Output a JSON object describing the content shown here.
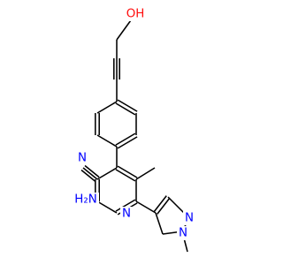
{
  "structure": {
    "atom_labels": [
      {
        "id": "O1",
        "text": "OH",
        "color": "#ff0d0d"
      },
      {
        "id": "N1",
        "text": "N",
        "color": "#0000ff"
      },
      {
        "id": "N2",
        "text": "H₂N",
        "color": "#0000ff"
      },
      {
        "id": "N3",
        "text": "N",
        "color": "#0000ff"
      },
      {
        "id": "N4",
        "text": "N",
        "color": "#0000ff"
      },
      {
        "id": "N5",
        "text": "N",
        "color": "#0000ff"
      }
    ]
  },
  "colors": {
    "bond": "#000000",
    "nitrogen": "#0000ff",
    "oxygen": "#ff0d0d",
    "background": "#ffffff"
  }
}
